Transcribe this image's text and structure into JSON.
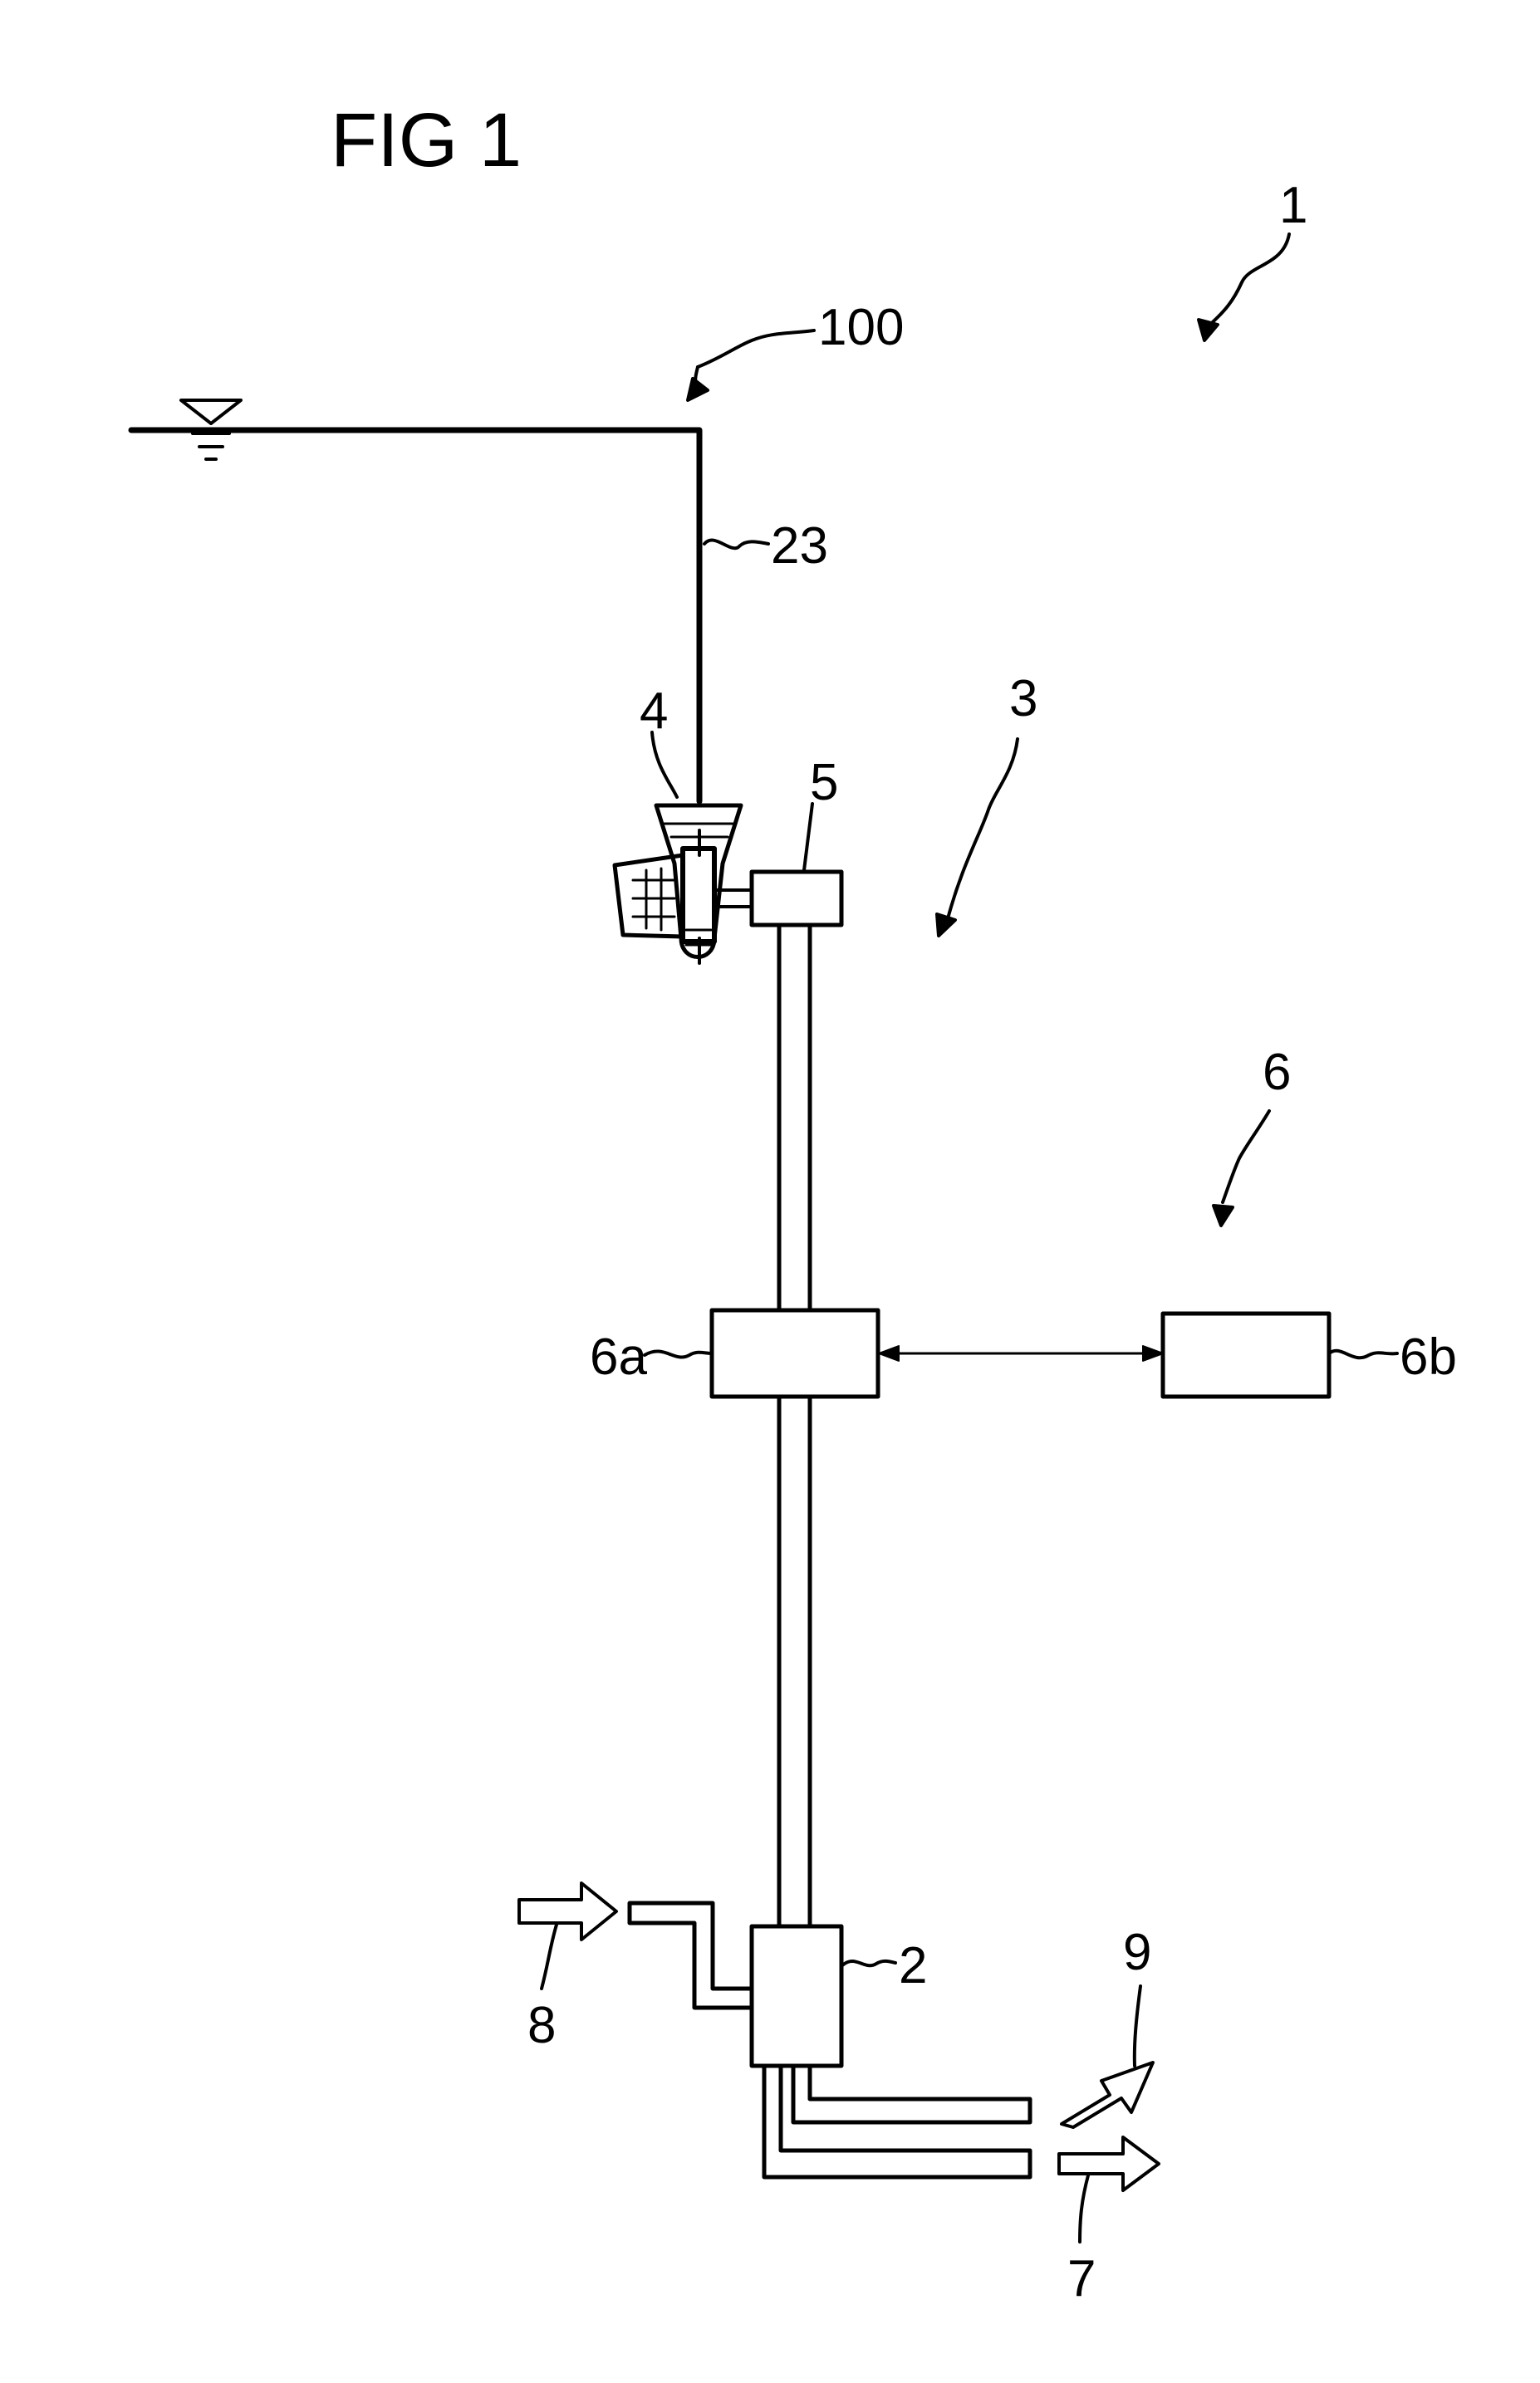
{
  "figure": {
    "title": "FIG 1",
    "labels": {
      "system": "1",
      "waterline_assembly": "100",
      "line": "23",
      "turbine": "4",
      "generator": "5",
      "cable": "3",
      "control": "6",
      "box_left": "6a",
      "box_right": "6b",
      "unit": "2",
      "inlet": "8",
      "outlet_upper": "9",
      "outlet_lower": "7"
    }
  }
}
